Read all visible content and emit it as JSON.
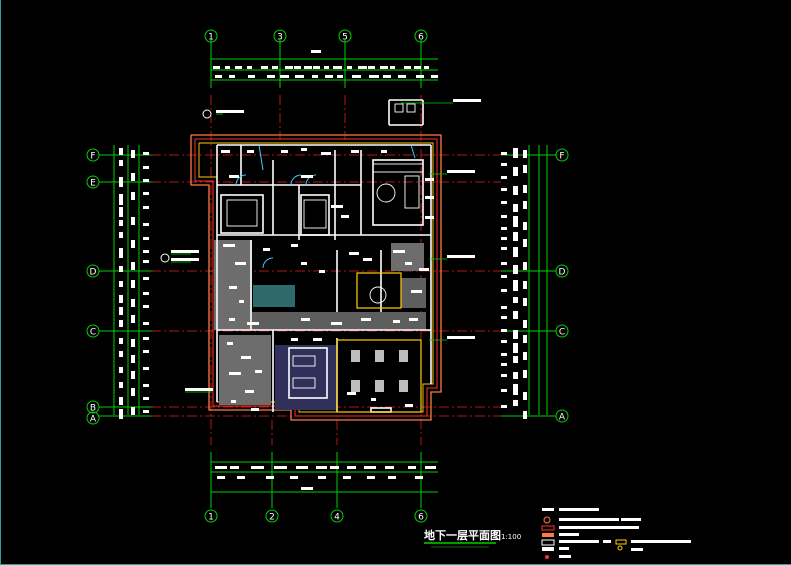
{
  "title": {
    "text": "地下一层平面图",
    "scale": "1:100"
  },
  "axes": {
    "top": [
      "1",
      "3",
      "5",
      "6"
    ],
    "bottom": [
      "1",
      "2",
      "4",
      "6"
    ],
    "left": [
      "F",
      "E",
      "D",
      "C",
      "B",
      "A"
    ],
    "right": [
      "F",
      "D",
      "C",
      "A"
    ]
  },
  "colors": {
    "background": "#000000",
    "wall": "#ffffff",
    "dimension": "#00ff00",
    "axis": "#ff2020",
    "outline": "#ff7a3d",
    "hatch": "#7a7a7a",
    "carpet": "#30305a"
  }
}
